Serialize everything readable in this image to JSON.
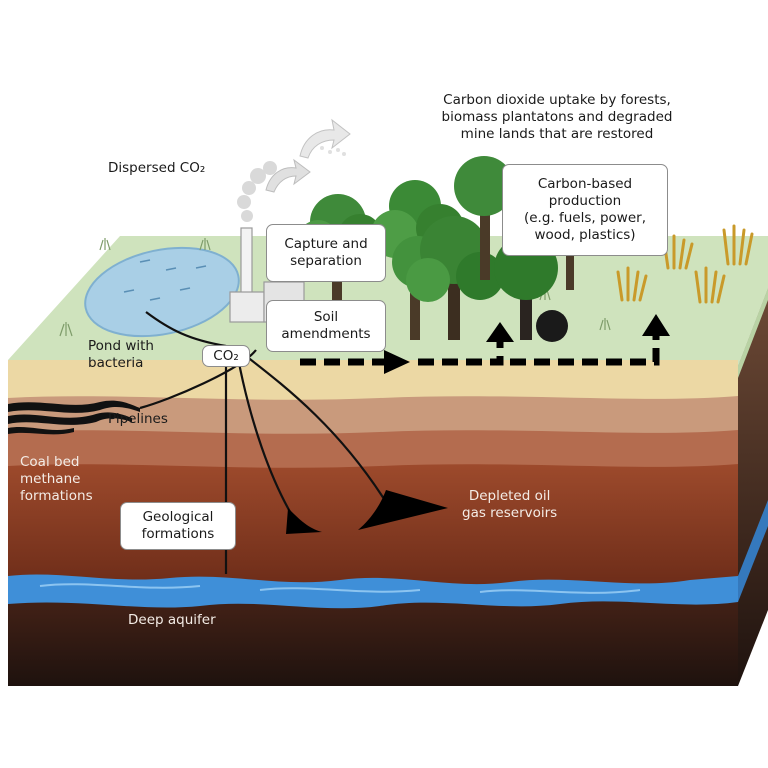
{
  "labels": {
    "dispersed_co2": "Dispersed CO₂",
    "uptake": "Carbon dioxide uptake by forests,\nbiomass plantatons and degraded\nmine lands that are restored",
    "carbon_based": "Carbon-based\nproduction\n(e.g. fuels, power,\nwood, plastics)",
    "capture": "Capture and\nseparation",
    "soil": "Soil\namendments",
    "pond": "Pond with\nbacteria",
    "co2_tag": "CO₂",
    "pipelines": "Pipelines",
    "coal_bed": "Coal bed\nmethane\nformations",
    "geological": "Geological\nformations",
    "depleted": "Depleted oil\ngas reservoirs",
    "deep_aquifer": "Deep aquifer"
  },
  "colors": {
    "grass": "#cfe3bd",
    "topsoil": "#ecd8a4",
    "subsoil": "#c99a7c",
    "clay": "#b46c4f",
    "rock": "#8a3b22",
    "deep_rock": "#2e1a14",
    "aquifer": "#3f8fd8",
    "pond": "#a9cfe6",
    "arrow": "#000000"
  }
}
